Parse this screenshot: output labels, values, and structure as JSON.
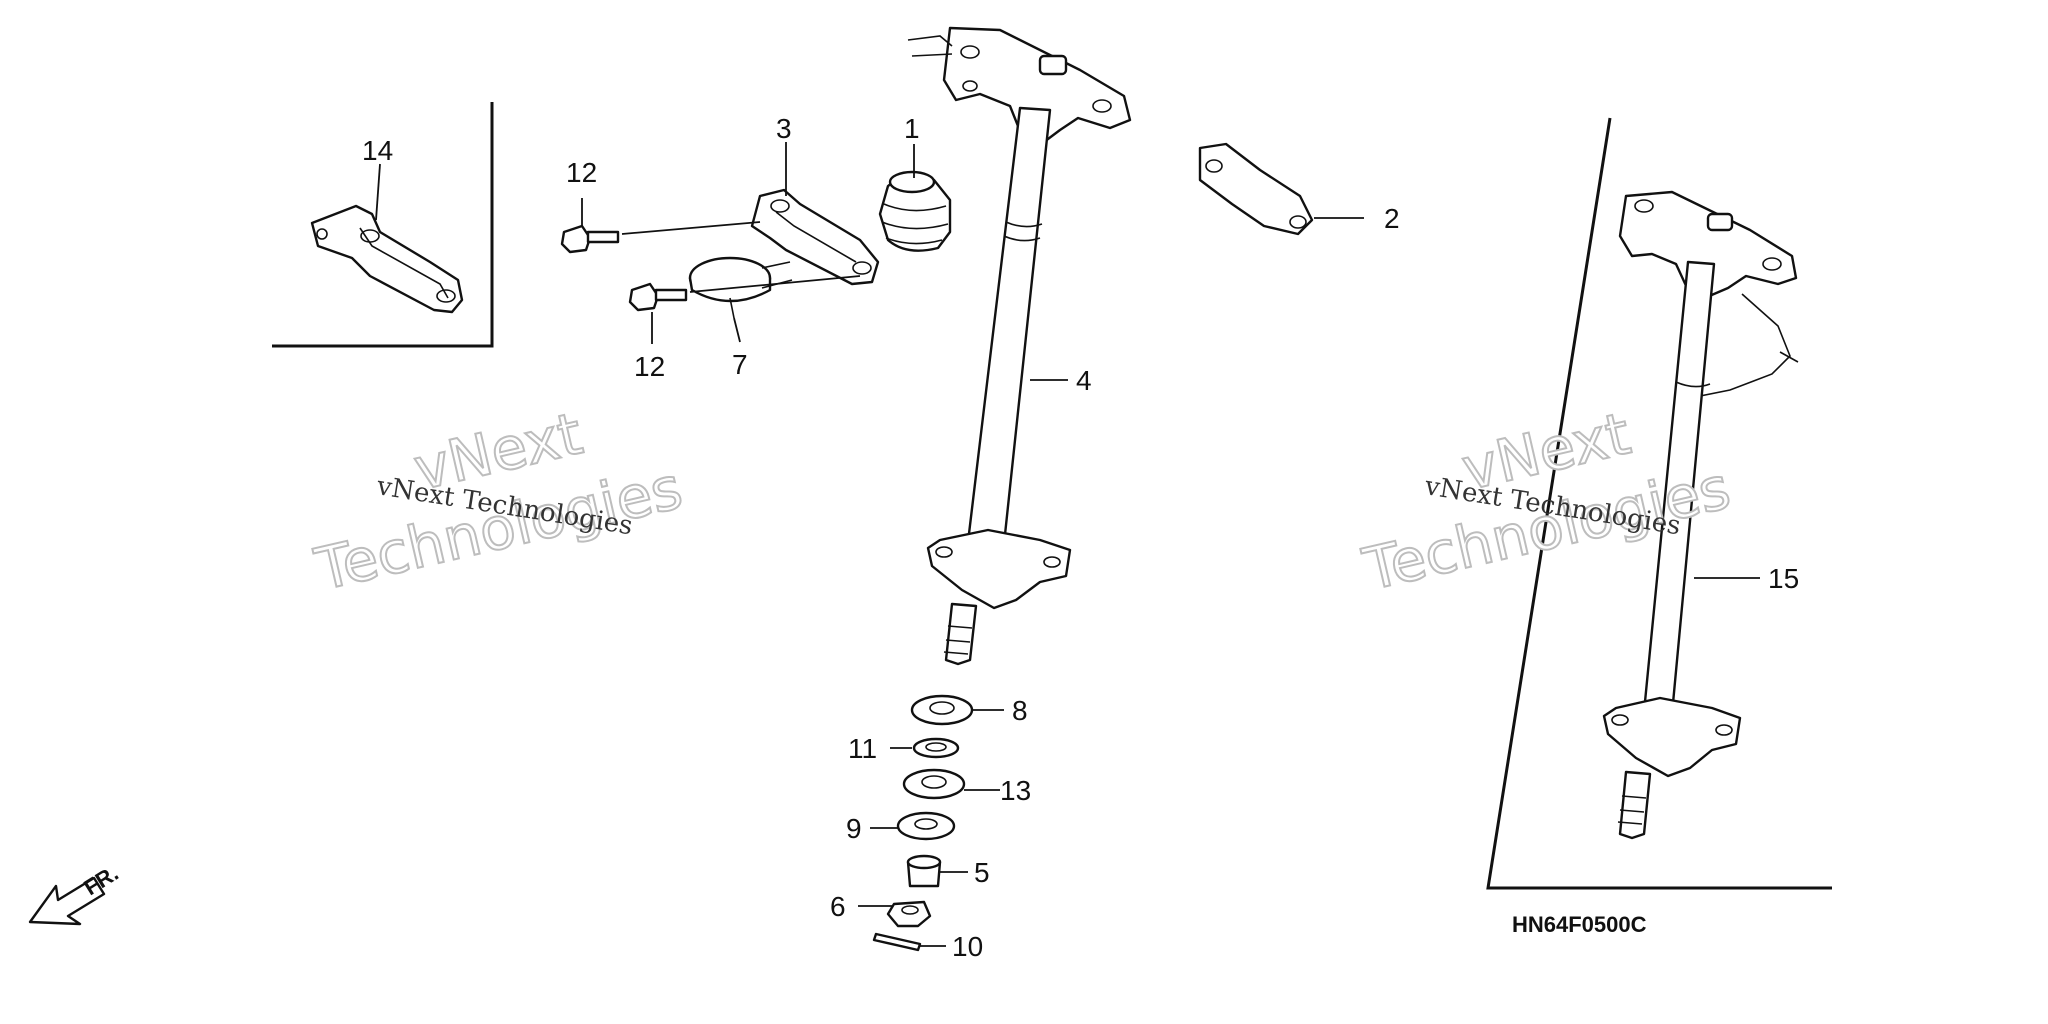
{
  "diagram_code": "HN64F0500C",
  "direction_label": "FR.",
  "watermark": {
    "line_small": "vNext Technologies",
    "line_big_1": "vNext",
    "line_big_2": "Technologies"
  },
  "callouts": [
    {
      "id": "1",
      "label": "1"
    },
    {
      "id": "2",
      "label": "2"
    },
    {
      "id": "3",
      "label": "3"
    },
    {
      "id": "4",
      "label": "4"
    },
    {
      "id": "5",
      "label": "5"
    },
    {
      "id": "6",
      "label": "6"
    },
    {
      "id": "7",
      "label": "7"
    },
    {
      "id": "8",
      "label": "8"
    },
    {
      "id": "9",
      "label": "9"
    },
    {
      "id": "10",
      "label": "10"
    },
    {
      "id": "11",
      "label": "11"
    },
    {
      "id": "12a",
      "label": "12"
    },
    {
      "id": "12b",
      "label": "12"
    },
    {
      "id": "13",
      "label": "13"
    },
    {
      "id": "14",
      "label": "14"
    },
    {
      "id": "15",
      "label": "15"
    }
  ]
}
